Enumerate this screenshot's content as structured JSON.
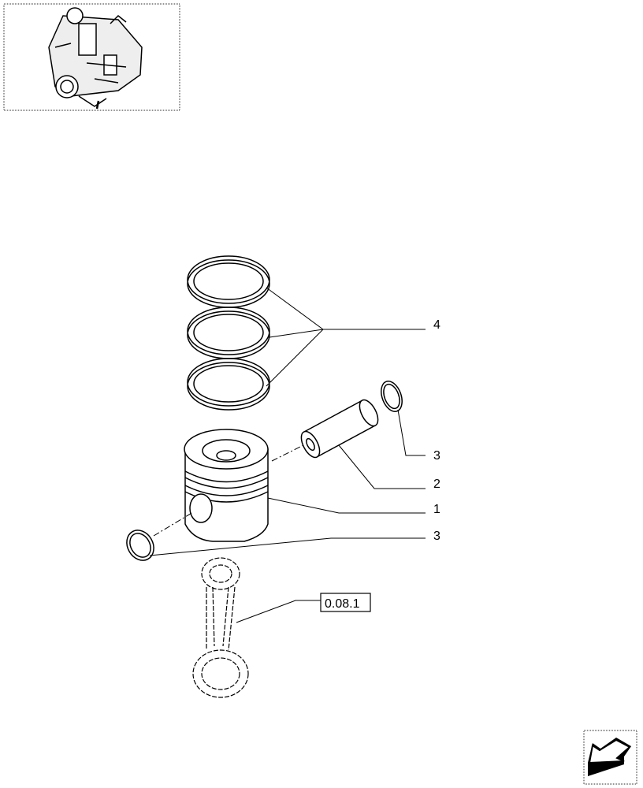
{
  "thumbnail": {
    "icon": "engine-overview-icon"
  },
  "callouts": [
    {
      "label": "4"
    },
    {
      "label": "3"
    },
    {
      "label": "2"
    },
    {
      "label": "1"
    },
    {
      "label": "3"
    }
  ],
  "reference": {
    "label": "0.08.1"
  },
  "nav": {
    "icon": "previous-page-arrow-icon"
  }
}
